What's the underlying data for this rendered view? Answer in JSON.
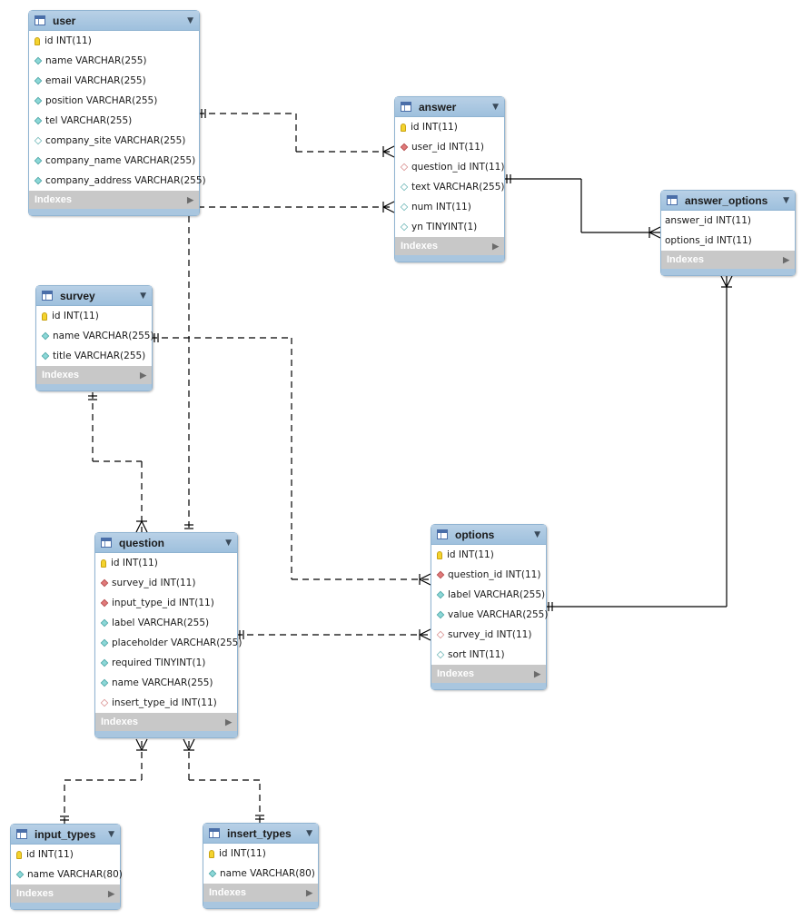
{
  "indexes_label": "Indexes",
  "tables": {
    "user": {
      "title": "user",
      "columns": [
        {
          "text": "id INT(11)",
          "icon": "pk"
        },
        {
          "text": "name VARCHAR(255)",
          "icon": "attr"
        },
        {
          "text": "email VARCHAR(255)",
          "icon": "attr"
        },
        {
          "text": "position VARCHAR(255)",
          "icon": "attr"
        },
        {
          "text": "tel VARCHAR(255)",
          "icon": "attr"
        },
        {
          "text": "company_site VARCHAR(255)",
          "icon": "nullattr"
        },
        {
          "text": "company_name VARCHAR(255)",
          "icon": "attr"
        },
        {
          "text": "company_address VARCHAR(255)",
          "icon": "attr"
        }
      ]
    },
    "answer": {
      "title": "answer",
      "columns": [
        {
          "text": "id INT(11)",
          "icon": "pk"
        },
        {
          "text": "user_id INT(11)",
          "icon": "fk"
        },
        {
          "text": "question_id INT(11)",
          "icon": "nullable"
        },
        {
          "text": "text VARCHAR(255)",
          "icon": "nullattr"
        },
        {
          "text": "num INT(11)",
          "icon": "nullattr"
        },
        {
          "text": "yn TINYINT(1)",
          "icon": "nullattr"
        }
      ]
    },
    "answer_options": {
      "title": "answer_options",
      "columns": [
        {
          "text": "answer_id INT(11)",
          "icon": "none"
        },
        {
          "text": "options_id INT(11)",
          "icon": "none"
        }
      ]
    },
    "survey": {
      "title": "survey",
      "columns": [
        {
          "text": "id INT(11)",
          "icon": "pk"
        },
        {
          "text": "name VARCHAR(255)",
          "icon": "attr"
        },
        {
          "text": "title VARCHAR(255)",
          "icon": "attr"
        }
      ]
    },
    "question": {
      "title": "question",
      "columns": [
        {
          "text": "id INT(11)",
          "icon": "pk"
        },
        {
          "text": "survey_id INT(11)",
          "icon": "fk"
        },
        {
          "text": "input_type_id INT(11)",
          "icon": "fk"
        },
        {
          "text": "label VARCHAR(255)",
          "icon": "attr"
        },
        {
          "text": "placeholder VARCHAR(255)",
          "icon": "attr"
        },
        {
          "text": "required TINYINT(1)",
          "icon": "attr"
        },
        {
          "text": "name VARCHAR(255)",
          "icon": "attr"
        },
        {
          "text": "insert_type_id INT(11)",
          "icon": "nullable"
        }
      ]
    },
    "options": {
      "title": "options",
      "columns": [
        {
          "text": "id INT(11)",
          "icon": "pk"
        },
        {
          "text": "question_id INT(11)",
          "icon": "fk"
        },
        {
          "text": "label VARCHAR(255)",
          "icon": "attr"
        },
        {
          "text": "value VARCHAR(255)",
          "icon": "attr"
        },
        {
          "text": "survey_id INT(11)",
          "icon": "nullable"
        },
        {
          "text": "sort INT(11)",
          "icon": "nullattr"
        }
      ]
    },
    "input_types": {
      "title": "input_types",
      "columns": [
        {
          "text": "id INT(11)",
          "icon": "pk"
        },
        {
          "text": "name VARCHAR(80)",
          "icon": "attr"
        }
      ]
    },
    "insert_types": {
      "title": "insert_types",
      "columns": [
        {
          "text": "id INT(11)",
          "icon": "pk"
        },
        {
          "text": "name VARCHAR(80)",
          "icon": "attr"
        }
      ]
    }
  },
  "relationships": [
    {
      "from": "user",
      "to": "answer",
      "style": "dashed"
    },
    {
      "from": "user",
      "to": "answer",
      "style": "dashed"
    },
    {
      "from": "user",
      "to": "question",
      "style": "dashed"
    },
    {
      "from": "answer",
      "to": "answer_options",
      "style": "solid"
    },
    {
      "from": "options",
      "to": "answer_options",
      "style": "solid"
    },
    {
      "from": "survey",
      "to": "options",
      "style": "dashed"
    },
    {
      "from": "survey",
      "to": "question",
      "style": "dashed"
    },
    {
      "from": "question",
      "to": "options",
      "style": "dashed"
    },
    {
      "from": "input_types",
      "to": "question",
      "style": "dashed"
    },
    {
      "from": "insert_types",
      "to": "question",
      "style": "dashed"
    }
  ]
}
